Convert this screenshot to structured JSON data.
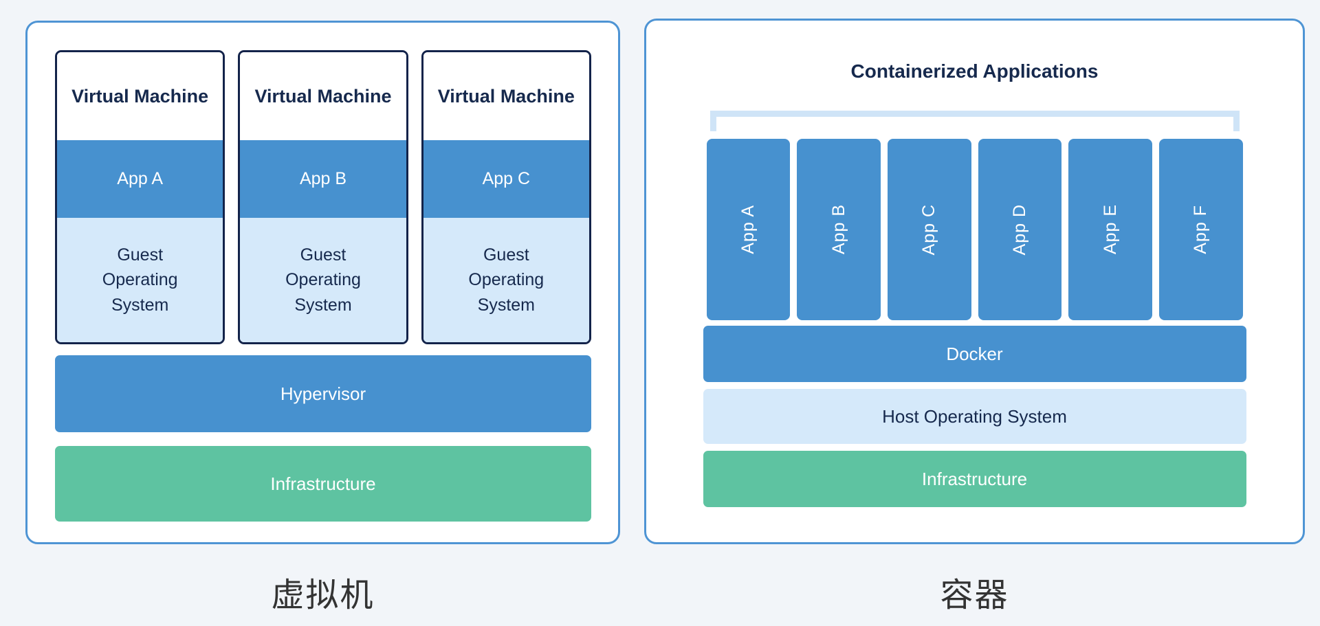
{
  "colors": {
    "page_background": "#f2f5f9",
    "panel_border_blue": "#4e94d4",
    "primary_blue": "#4791cf",
    "light_blue": "#d5e9fa",
    "green": "#5ec3a1",
    "bracket_blue": "#cfe4f7",
    "navy_text": "#16294d",
    "card_border_navy": "#13234a",
    "caption_text": "#333333",
    "white_text": "#ffffff"
  },
  "left_panel": {
    "caption": "虚拟机",
    "vms": [
      {
        "title": "Virtual Machine",
        "app": "App A",
        "os": "Guest Operating System"
      },
      {
        "title": "Virtual Machine",
        "app": "App B",
        "os": "Guest Operating System"
      },
      {
        "title": "Virtual Machine",
        "app": "App C",
        "os": "Guest Operating System"
      }
    ],
    "layers": {
      "hypervisor": "Hypervisor",
      "infrastructure": "Infrastructure"
    }
  },
  "right_panel": {
    "caption": "容器",
    "title": "Containerized Applications",
    "apps": [
      "App A",
      "App B",
      "App C",
      "App D",
      "App E",
      "App F"
    ],
    "layers": {
      "docker": "Docker",
      "host_os": "Host Operating System",
      "infrastructure": "Infrastructure"
    }
  }
}
